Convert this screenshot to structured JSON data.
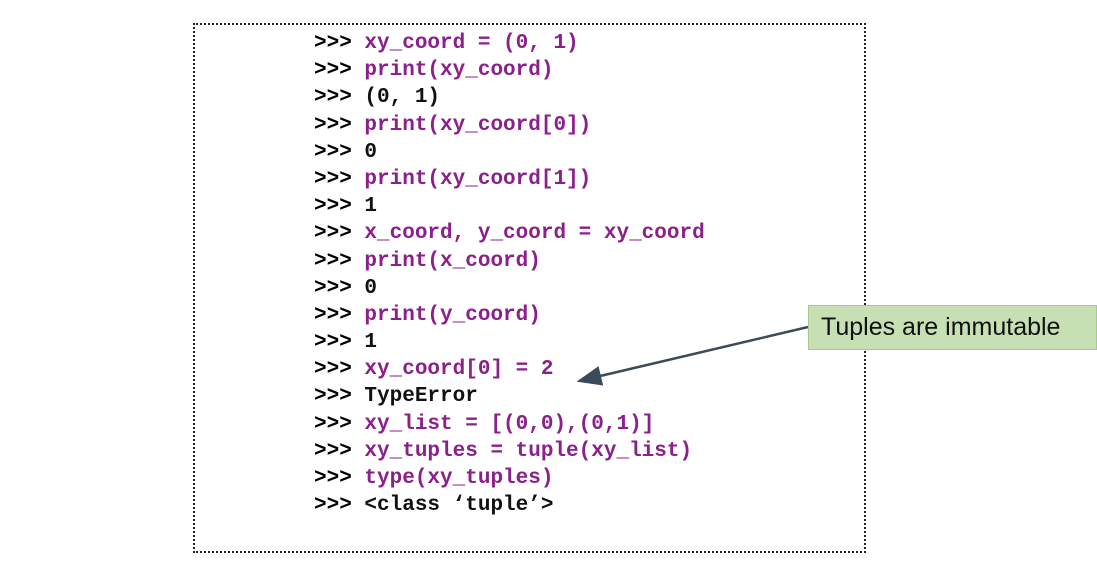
{
  "code_block": {
    "prompt": ">>>",
    "lines": [
      {
        "kind": "input",
        "text": "xy_coord = (0, 1)"
      },
      {
        "kind": "input",
        "text": "print(xy_coord)"
      },
      {
        "kind": "output",
        "text": "(0, 1)"
      },
      {
        "kind": "input",
        "text": "print(xy_coord[0])"
      },
      {
        "kind": "output",
        "text": "0"
      },
      {
        "kind": "input",
        "text": "print(xy_coord[1])"
      },
      {
        "kind": "output",
        "text": "1"
      },
      {
        "kind": "input",
        "text": "x_coord, y_coord = xy_coord"
      },
      {
        "kind": "input",
        "text": "print(x_coord)"
      },
      {
        "kind": "output",
        "text": "0"
      },
      {
        "kind": "input",
        "text": "print(y_coord)"
      },
      {
        "kind": "output",
        "text": "1"
      },
      {
        "kind": "input",
        "text": "xy_coord[0] = 2"
      },
      {
        "kind": "output",
        "text": "TypeError"
      },
      {
        "kind": "input",
        "text": "xy_list = [(0,0),(0,1)]"
      },
      {
        "kind": "input",
        "text": "xy_tuples = tuple(xy_list)"
      },
      {
        "kind": "input",
        "text": "type(xy_tuples)"
      },
      {
        "kind": "output",
        "text": "<class ‘tuple’>"
      }
    ]
  },
  "callout": {
    "text": "Tuples are immutable"
  },
  "colors": {
    "input_code": "#8b1f8b",
    "output_code": "#111111",
    "callout_bg": "#c6e0b4",
    "arrow": "#3b4a5a"
  }
}
